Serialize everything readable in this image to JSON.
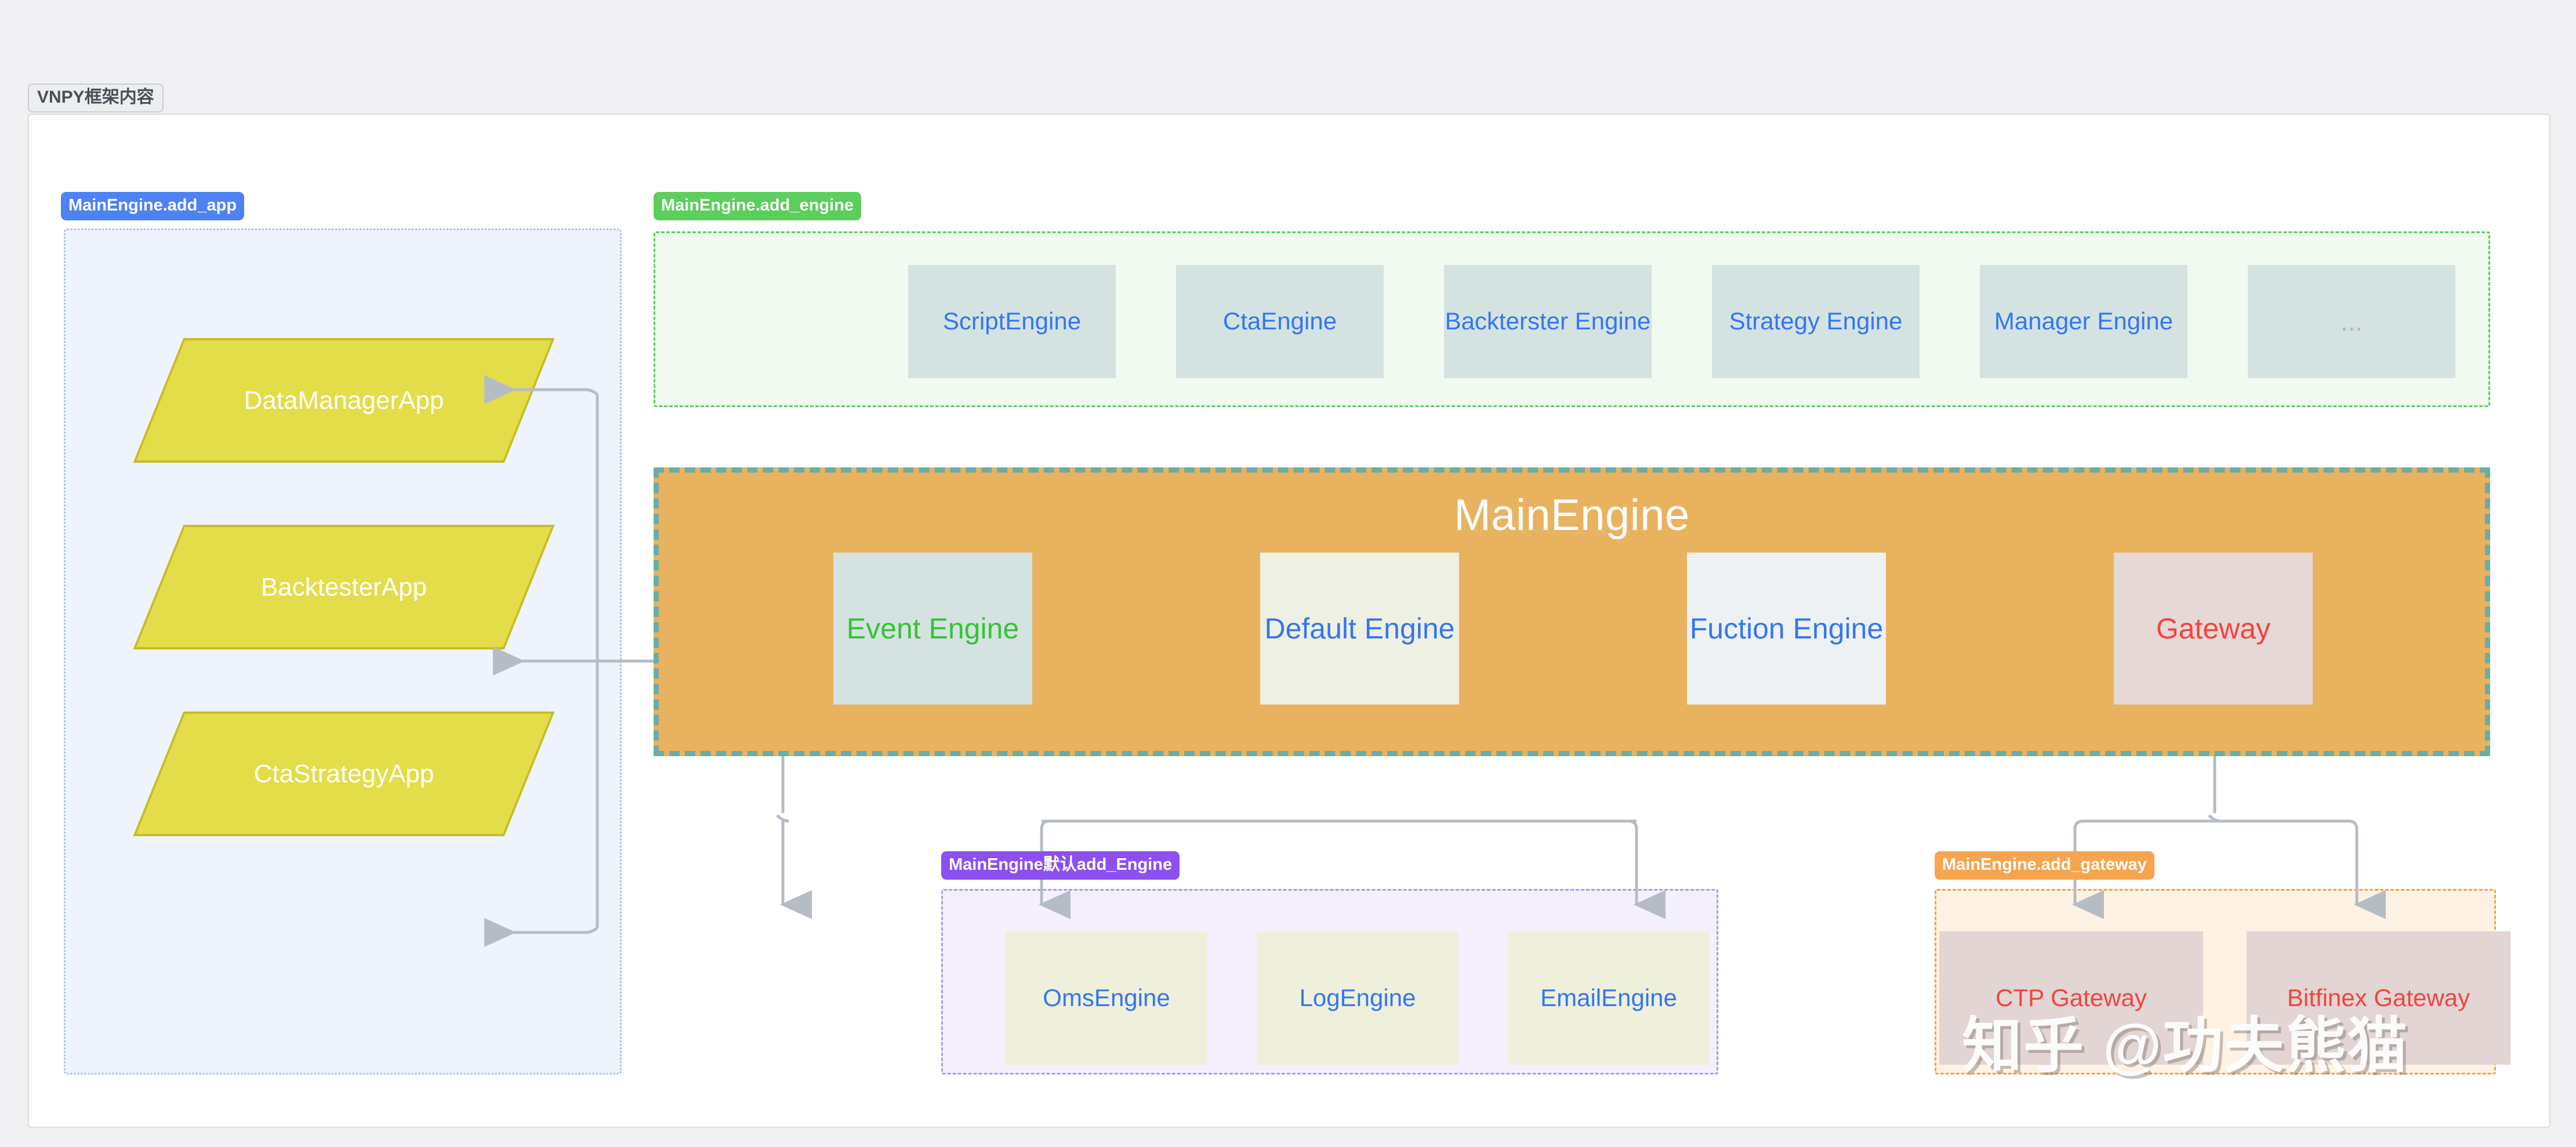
{
  "diagram": {
    "title": "VNPY框架内容",
    "watermark": "知乎 @功夫熊猫"
  },
  "badges": {
    "add_app": "MainEngine.add_app",
    "add_engine": "MainEngine.add_engine",
    "default_add_engine": "MainEngine默认add_Engine",
    "add_gateway": "MainEngine.add_gateway"
  },
  "apps": {
    "items": [
      {
        "label": "DataManagerApp"
      },
      {
        "label": "BacktesterApp"
      },
      {
        "label": "CtaStrategyApp"
      }
    ]
  },
  "engines": {
    "items": [
      {
        "label": "ScriptEngine"
      },
      {
        "label": "CtaEngine"
      },
      {
        "label": "Backterster Engine"
      },
      {
        "label": "Strategy Engine"
      },
      {
        "label": "Manager Engine"
      },
      {
        "label": "..."
      }
    ]
  },
  "main_engine": {
    "title": "MainEngine",
    "boxes": [
      {
        "label": "Event Engine"
      },
      {
        "label": "Default Engine"
      },
      {
        "label": "Fuction Engine"
      },
      {
        "label": "Gateway"
      }
    ]
  },
  "default_engines": {
    "items": [
      {
        "label": "OmsEngine"
      },
      {
        "label": "LogEngine"
      },
      {
        "label": "EmailEngine"
      }
    ]
  },
  "gateways": {
    "items": [
      {
        "label": "CTP Gateway"
      },
      {
        "label": "Bitfinex Gateway"
      }
    ]
  },
  "colors": {
    "badge_app": "#4d82f3",
    "badge_engine": "#5bce5b",
    "badge_default_engine": "#8c4ff0",
    "badge_gateway": "#f7a44f",
    "main_engine_fill": "#e9b25e",
    "main_engine_border": "#6bada6",
    "app_fill": "#e3dd4a",
    "connector": "#b6bcc4"
  }
}
